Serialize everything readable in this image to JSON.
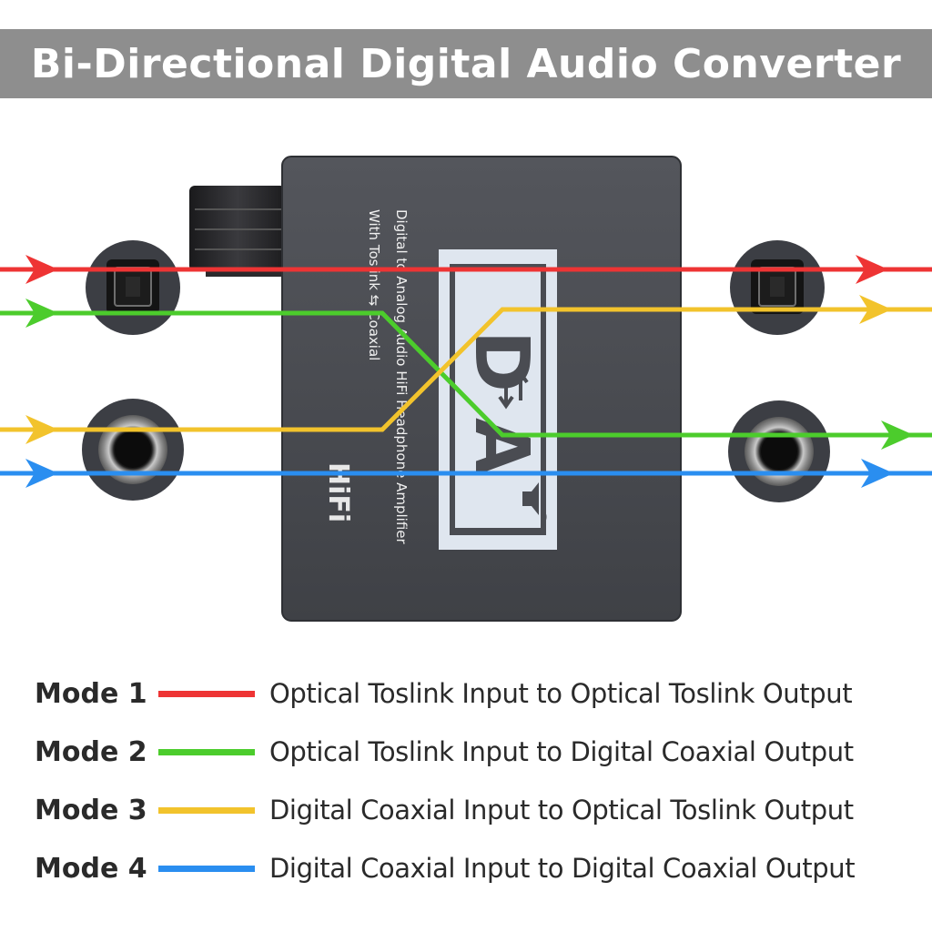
{
  "title": "Bi-Directional Digital Audio Converter",
  "device": {
    "side_text_line1": "Digital to Analog Audio HiFi Headphone Amplifier",
    "side_text_line2": "With Toslink ⇆ Coaxial",
    "hifi_text": "HiFi",
    "logo_d": "D",
    "logo_a": "A"
  },
  "colors": {
    "red": "#ee3434",
    "green": "#4ccc2c",
    "yellow": "#f2c32c",
    "blue": "#2a8ef0",
    "title_bar": "#8e8e8e",
    "device_body": "#4a4c52"
  },
  "legend": [
    {
      "mode": "Mode 1",
      "description": "Optical Toslink Input to Optical Toslink Output",
      "color": "#ee3434"
    },
    {
      "mode": "Mode 2",
      "description": "Optical Toslink Input to Digital Coaxial Output",
      "color": "#4ccc2c"
    },
    {
      "mode": "Mode 3",
      "description": "Digital Coaxial Input to Optical Toslink Output",
      "color": "#f2c32c"
    },
    {
      "mode": "Mode 4",
      "description": "Digital Coaxial Input to Digital Coaxial Output",
      "color": "#2a8ef0"
    }
  ]
}
